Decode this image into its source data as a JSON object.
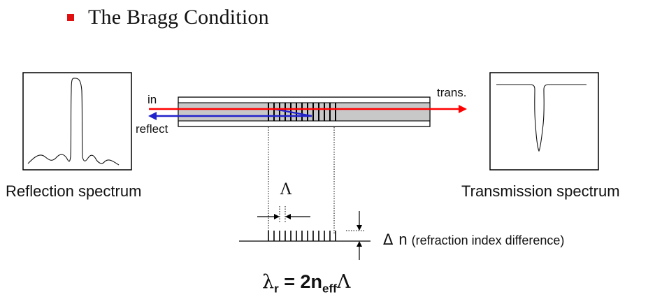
{
  "title": "The Bragg Condition",
  "labels": {
    "in": "in",
    "reflect": "reflect",
    "trans": "trans.",
    "reflection_spectrum": "Reflection spectrum",
    "transmission_spectrum": "Transmission spectrum",
    "period_symbol": "Λ",
    "delta_symbol": "Δ",
    "delta_n_var": "n",
    "delta_n_desc": "(refraction index difference)"
  },
  "formula": {
    "lambda": "λ",
    "lambda_sub": "r",
    "equals": " = 2n",
    "n_sub": "eff",
    "period": "Λ"
  },
  "colors": {
    "bullet": "#e01010",
    "incident_ray": "#ff0000",
    "reflected_ray": "#2222cc",
    "fiber_core": "#c8c8c8"
  }
}
